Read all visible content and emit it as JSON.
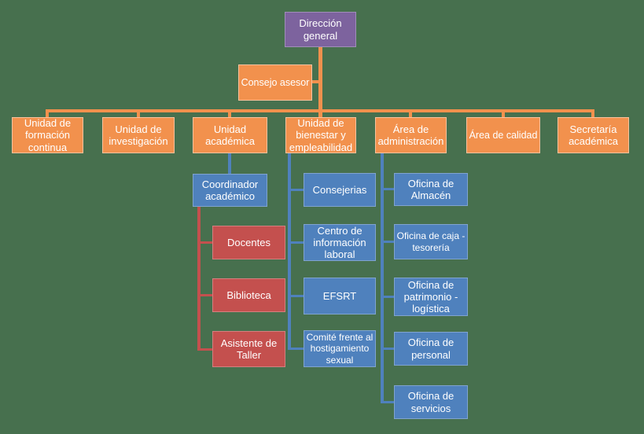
{
  "colors": {
    "background": "#47704E",
    "orange": "#F2914D",
    "blue": "#4F81BD",
    "red": "#C4504E",
    "purple": "#7D639E",
    "text": "#FFFFFF"
  },
  "org": {
    "root": "Dirección general",
    "advisor": "Consejo asesor",
    "level2": [
      "Unidad de formación continua",
      "Unidad de investigación",
      "Unidad académica",
      "Unidad de bienestar y empleabilidad",
      "Área de administración",
      "Área de calidad",
      "Secretaría académica"
    ],
    "academic": {
      "head": "Coordinador académico",
      "children": [
        "Docentes",
        "Biblioteca",
        "Asistente de Taller"
      ]
    },
    "welfare_children": [
      "Consejerias",
      "Centro de información laboral",
      "EFSRT",
      "Comité frente al hostigamiento sexual"
    ],
    "administration_children": [
      "Oficina de Almacén",
      "Oficina de caja - tesorería",
      "Oficina de patrimonio - logística",
      "Oficina de personal",
      "Oficina de servicios"
    ]
  }
}
